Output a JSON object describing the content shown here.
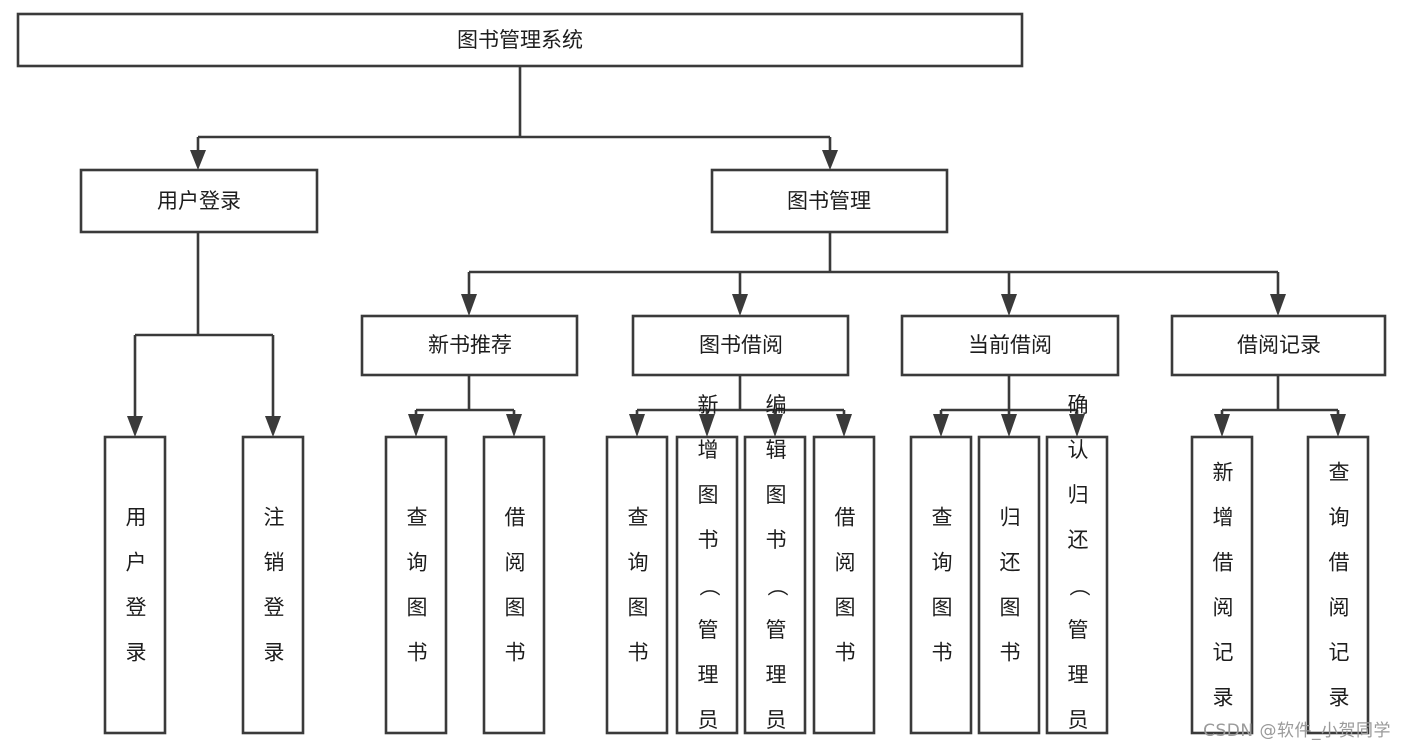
{
  "diagram": {
    "title": "图书管理系统",
    "type": "tree-hierarchy",
    "watermark": "CSDN @软件_小贺同学",
    "root": {
      "id": "root",
      "label": "图书管理系统"
    },
    "level2": [
      {
        "id": "user-login",
        "label": "用户登录"
      },
      {
        "id": "book-management",
        "label": "图书管理"
      }
    ],
    "level3": [
      {
        "id": "new-book-recommend",
        "label": "新书推荐",
        "parent": "book-management"
      },
      {
        "id": "book-borrow",
        "label": "图书借阅",
        "parent": "book-management"
      },
      {
        "id": "current-borrow",
        "label": "当前借阅",
        "parent": "book-management"
      },
      {
        "id": "borrow-record",
        "label": "借阅记录",
        "parent": "book-management"
      }
    ],
    "leaves": {
      "user-login": [
        {
          "id": "leaf-user-login",
          "label": "用户登录"
        },
        {
          "id": "leaf-user-logout",
          "label": "注销登录"
        }
      ],
      "new-book-recommend": [
        {
          "id": "leaf-query-book-1",
          "label": "查询图书"
        },
        {
          "id": "leaf-borrow-book-1",
          "label": "借阅图书"
        }
      ],
      "book-borrow": [
        {
          "id": "leaf-query-book-2",
          "label": "查询图书"
        },
        {
          "id": "leaf-add-book-admin",
          "label": "新增图书（管理员）"
        },
        {
          "id": "leaf-edit-book-admin",
          "label": "编辑图书（管理员）"
        },
        {
          "id": "leaf-borrow-book-2",
          "label": "借阅图书"
        }
      ],
      "current-borrow": [
        {
          "id": "leaf-query-book-3",
          "label": "查询图书"
        },
        {
          "id": "leaf-return-book",
          "label": "归还图书"
        },
        {
          "id": "leaf-confirm-return-admin",
          "label": "确认归还（管理员）"
        }
      ],
      "borrow-record": [
        {
          "id": "leaf-add-borrow-record",
          "label": "新增借阅记录"
        },
        {
          "id": "leaf-query-borrow-record",
          "label": "查询借阅记录"
        }
      ]
    },
    "colors": {
      "stroke": "#3a3a3a",
      "fill": "#ffffff",
      "text": "#1d1d1d",
      "watermark": "#9a9a9a"
    }
  }
}
